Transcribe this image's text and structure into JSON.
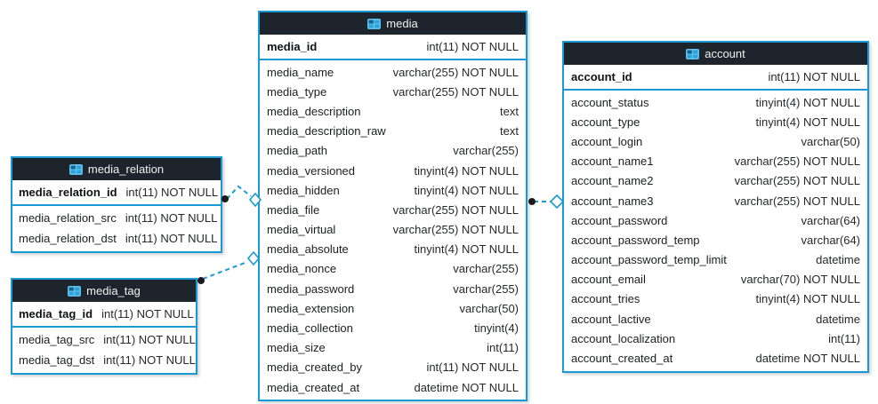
{
  "canvas": {
    "background": "#ffffff"
  },
  "palette": {
    "accent_blue": "#1a9ad4",
    "header_bg": "#1e242b",
    "header_text": "#eef1f3",
    "row_text": "#1b1d1f",
    "connector_line": "#1a9ad4",
    "connector_dot": "#1a1a1a",
    "diamond_fill": "#ffffff"
  },
  "tables": [
    {
      "id": "media",
      "title": "media",
      "icon": "table-icon",
      "pk": {
        "name": "media_id",
        "type": "int(11) NOT NULL"
      },
      "columns": [
        {
          "name": "media_name",
          "type": "varchar(255) NOT NULL"
        },
        {
          "name": "media_type",
          "type": "varchar(255) NOT NULL"
        },
        {
          "name": "media_description",
          "type": "text"
        },
        {
          "name": "media_description_raw",
          "type": "text"
        },
        {
          "name": "media_path",
          "type": "varchar(255)"
        },
        {
          "name": "media_versioned",
          "type": "tinyint(4) NOT NULL"
        },
        {
          "name": "media_hidden",
          "type": "tinyint(4) NOT NULL"
        },
        {
          "name": "media_file",
          "type": "varchar(255) NOT NULL"
        },
        {
          "name": "media_virtual",
          "type": "varchar(255) NOT NULL"
        },
        {
          "name": "media_absolute",
          "type": "tinyint(4) NOT NULL"
        },
        {
          "name": "media_nonce",
          "type": "varchar(255)"
        },
        {
          "name": "media_password",
          "type": "varchar(255)"
        },
        {
          "name": "media_extension",
          "type": "varchar(50)"
        },
        {
          "name": "media_collection",
          "type": "tinyint(4)"
        },
        {
          "name": "media_size",
          "type": "int(11)"
        },
        {
          "name": "media_created_by",
          "type": "int(11) NOT NULL"
        },
        {
          "name": "media_created_at",
          "type": "datetime NOT NULL"
        }
      ]
    },
    {
      "id": "media_relation",
      "title": "media_relation",
      "icon": "table-icon",
      "pk": {
        "name": "media_relation_id",
        "type": "int(11) NOT NULL"
      },
      "columns": [
        {
          "name": "media_relation_src",
          "type": "int(11) NOT NULL"
        },
        {
          "name": "media_relation_dst",
          "type": "int(11) NOT NULL"
        }
      ]
    },
    {
      "id": "media_tag",
      "title": "media_tag",
      "icon": "table-icon",
      "pk": {
        "name": "media_tag_id",
        "type": "int(11) NOT NULL"
      },
      "columns": [
        {
          "name": "media_tag_src",
          "type": "int(11) NOT NULL"
        },
        {
          "name": "media_tag_dst",
          "type": "int(11) NOT NULL"
        }
      ]
    },
    {
      "id": "account",
      "title": "account",
      "icon": "table-icon",
      "pk": {
        "name": "account_id",
        "type": "int(11) NOT NULL"
      },
      "columns": [
        {
          "name": "account_status",
          "type": "tinyint(4) NOT NULL"
        },
        {
          "name": "account_type",
          "type": "tinyint(4) NOT NULL"
        },
        {
          "name": "account_login",
          "type": "varchar(50)"
        },
        {
          "name": "account_name1",
          "type": "varchar(255) NOT NULL"
        },
        {
          "name": "account_name2",
          "type": "varchar(255) NOT NULL"
        },
        {
          "name": "account_name3",
          "type": "varchar(255) NOT NULL"
        },
        {
          "name": "account_password",
          "type": "varchar(64)"
        },
        {
          "name": "account_password_temp",
          "type": "varchar(64)"
        },
        {
          "name": "account_password_temp_limit",
          "type": "datetime"
        },
        {
          "name": "account_email",
          "type": "varchar(70) NOT NULL"
        },
        {
          "name": "account_tries",
          "type": "tinyint(4) NOT NULL"
        },
        {
          "name": "account_lactive",
          "type": "datetime"
        },
        {
          "name": "account_localization",
          "type": "int(11)"
        },
        {
          "name": "account_created_at",
          "type": "datetime NOT NULL"
        }
      ]
    }
  ],
  "connectors": [
    {
      "from": "media_relation",
      "to": "media",
      "style": "dashed"
    },
    {
      "from": "media_tag",
      "to": "media",
      "style": "dashed"
    },
    {
      "from": "media",
      "to": "account",
      "style": "dashed"
    }
  ]
}
